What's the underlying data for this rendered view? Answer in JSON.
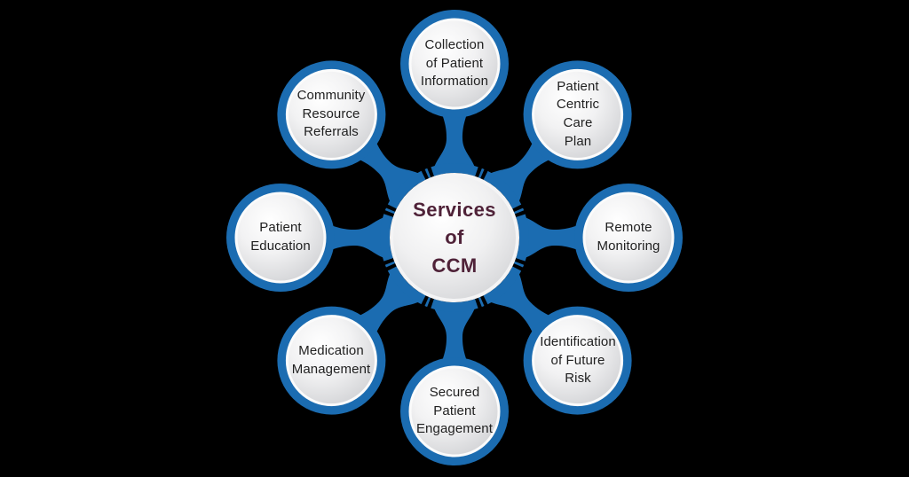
{
  "diagram": {
    "type": "hub-and-spoke",
    "background_color": "#000000",
    "ring_color": "#1b6cb1",
    "center_text_color": "#4f2238",
    "node_text_color": "#212121",
    "node_fill": "gradient white to light gray"
  },
  "center": {
    "title": "Services\nof\nCCM"
  },
  "nodes": [
    {
      "id": "collection-of-patient-information",
      "label": "Collection\nof Patient\nInformation",
      "position": "top"
    },
    {
      "id": "patient-centric-care-plan",
      "label": "Patient\nCentric\nCare\nPlan",
      "position": "top-right"
    },
    {
      "id": "remote-monitoring",
      "label": "Remote\nMonitoring",
      "position": "right"
    },
    {
      "id": "identification-of-future-risk",
      "label": "Identification\nof Future\nRisk",
      "position": "bottom-right"
    },
    {
      "id": "secured-patient-engagement",
      "label": "Secured\nPatient\nEngagement",
      "position": "bottom"
    },
    {
      "id": "medication-management",
      "label": "Medication\nManagement",
      "position": "bottom-left"
    },
    {
      "id": "patient-education",
      "label": "Patient\nEducation",
      "position": "left"
    },
    {
      "id": "community-resource-referrals",
      "label": "Community\nResource\nReferrals",
      "position": "top-left"
    }
  ]
}
